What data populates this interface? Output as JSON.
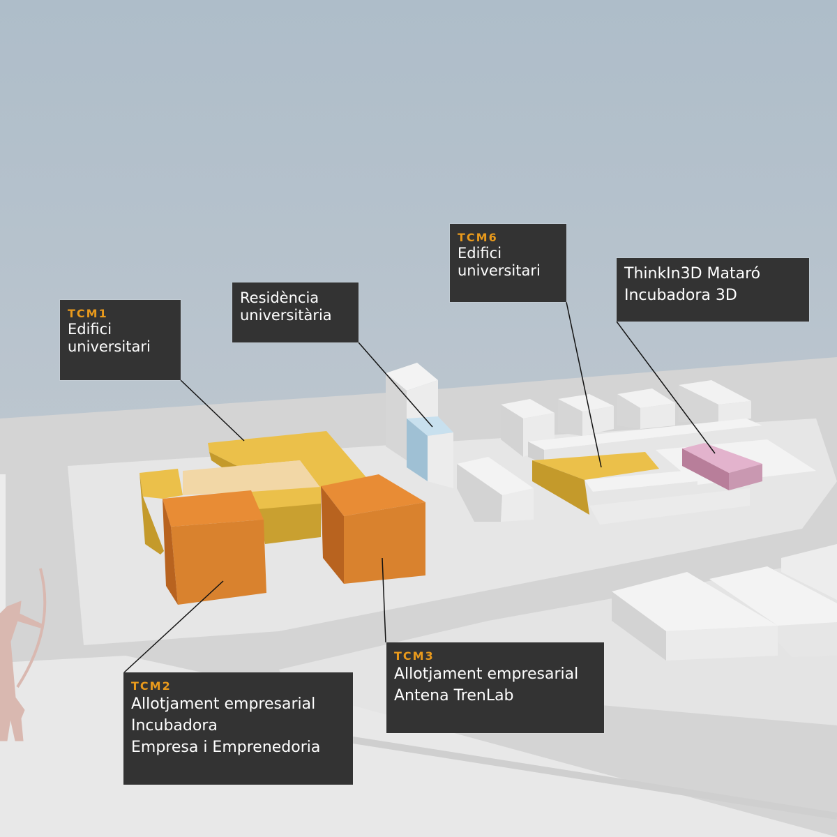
{
  "labels": {
    "tcm1": {
      "code": "TCM1",
      "lines": [
        "Edifici",
        "universitari"
      ]
    },
    "residencia": {
      "lines": [
        "Residència",
        "universitària"
      ]
    },
    "tcm6": {
      "code": "TCM6",
      "lines": [
        "Edifici",
        "universitari"
      ]
    },
    "thinkin3d": {
      "lines": [
        "ThinkIn3D Mataró",
        "Incubadora 3D"
      ]
    },
    "tcm2": {
      "code": "TCM2",
      "lines": [
        "Allotjament empresarial",
        "Incubadora",
        "Empresa i Emprenedoria"
      ]
    },
    "tcm3": {
      "code": "TCM3",
      "lines": [
        "Allotjament empresarial",
        "Antena TrenLab"
      ]
    }
  },
  "colors": {
    "label_bg": "#333333",
    "code_text": "#e99a1c",
    "tcm1": "#ebc04a",
    "tcm2_tcm3": "#e88c35",
    "residencia": "#b6d4e6",
    "thinkin3d": "#e3b3cd"
  }
}
